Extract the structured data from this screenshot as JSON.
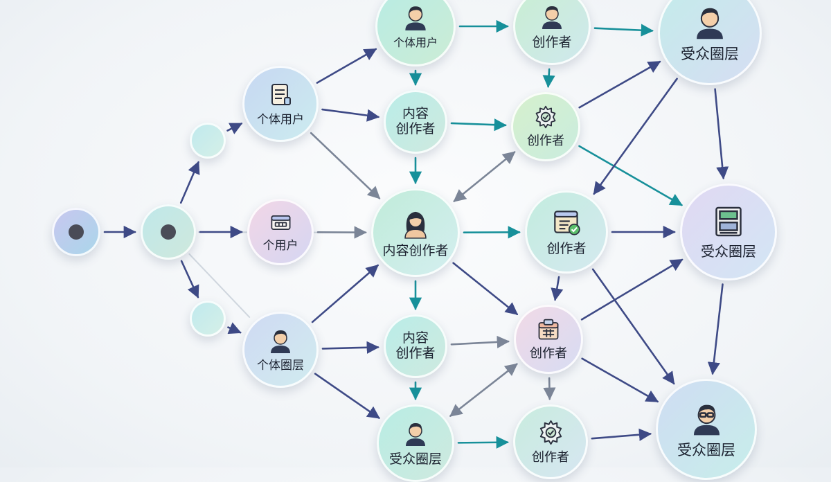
{
  "nodes": [
    {
      "id": "root",
      "label": "",
      "icon": "dot-icon"
    },
    {
      "id": "hub",
      "label": "",
      "icon": "dot-icon"
    },
    {
      "id": "small-top",
      "label": "",
      "icon": ""
    },
    {
      "id": "small-bottom",
      "label": "",
      "icon": ""
    },
    {
      "id": "u1",
      "label": "个体用户",
      "icon": "document-icon"
    },
    {
      "id": "u2",
      "label": "个用户",
      "icon": "window-icon"
    },
    {
      "id": "u3",
      "label": "个体圈层",
      "icon": "person-icon"
    },
    {
      "id": "c1",
      "label": "个体用户",
      "icon": "person-icon"
    },
    {
      "id": "c2",
      "label": "内容\n创作者",
      "icon": ""
    },
    {
      "id": "c3",
      "label": "内容创作者",
      "icon": "woman-icon"
    },
    {
      "id": "c4",
      "label": "内容\n创作者",
      "icon": ""
    },
    {
      "id": "c5",
      "label": "受众圈层",
      "icon": "person-icon"
    },
    {
      "id": "d1",
      "label": "创作者",
      "icon": "person-icon"
    },
    {
      "id": "d2",
      "label": "创作者",
      "icon": "gear-icon"
    },
    {
      "id": "d3",
      "label": "创作者",
      "icon": "checklist-icon"
    },
    {
      "id": "d4",
      "label": "创作者",
      "icon": "calendar-icon"
    },
    {
      "id": "d5",
      "label": "创作者",
      "icon": "gear-icon"
    },
    {
      "id": "a1",
      "label": "受众圈层",
      "icon": "person-icon"
    },
    {
      "id": "a2",
      "label": "受众圈层",
      "icon": "screen-icon"
    },
    {
      "id": "a3",
      "label": "受众圈层",
      "icon": "glasses-person-icon"
    }
  ],
  "edges": [
    [
      "root",
      "hub"
    ],
    [
      "hub",
      "small-top"
    ],
    [
      "hub",
      "u2"
    ],
    [
      "hub",
      "small-bottom"
    ],
    [
      "small-top",
      "u1"
    ],
    [
      "small-bottom",
      "u3"
    ],
    [
      "u1",
      "c1"
    ],
    [
      "u1",
      "c2"
    ],
    [
      "u1",
      "c3"
    ],
    [
      "u2",
      "c3"
    ],
    [
      "u3",
      "c3"
    ],
    [
      "u3",
      "c4"
    ],
    [
      "u3",
      "c5"
    ],
    [
      "c1",
      "d1"
    ],
    [
      "c1",
      "c2"
    ],
    [
      "c2",
      "c3"
    ],
    [
      "c2",
      "d2"
    ],
    [
      "c3",
      "d3"
    ],
    [
      "c3",
      "d4"
    ],
    [
      "c3",
      "c4"
    ],
    [
      "c4",
      "c5"
    ],
    [
      "c4",
      "d4"
    ],
    [
      "c5",
      "d5"
    ],
    [
      "d1",
      "d2"
    ],
    [
      "d1",
      "a1"
    ],
    [
      "d2",
      "a1"
    ],
    [
      "d2",
      "a2"
    ],
    [
      "d3",
      "a2"
    ],
    [
      "d3",
      "d4"
    ],
    [
      "d3",
      "a3"
    ],
    [
      "d4",
      "a2"
    ],
    [
      "d4",
      "a3"
    ],
    [
      "d4",
      "d5"
    ],
    [
      "d5",
      "a3"
    ],
    [
      "a1",
      "a2"
    ],
    [
      "a1",
      "d3"
    ],
    [
      "a2",
      "a3"
    ]
  ],
  "bidirectional": [
    [
      "d2",
      "c3"
    ],
    [
      "d4",
      "c5"
    ]
  ],
  "faint_lines": [
    [
      "hub",
      "c3"
    ],
    [
      "hub",
      "u3"
    ]
  ],
  "colors": {
    "arrow_dark": "#3e4a86",
    "arrow_teal": "#17909a",
    "arrow_gray": "#7b8597",
    "arrow_faint": "#cfd6de"
  }
}
